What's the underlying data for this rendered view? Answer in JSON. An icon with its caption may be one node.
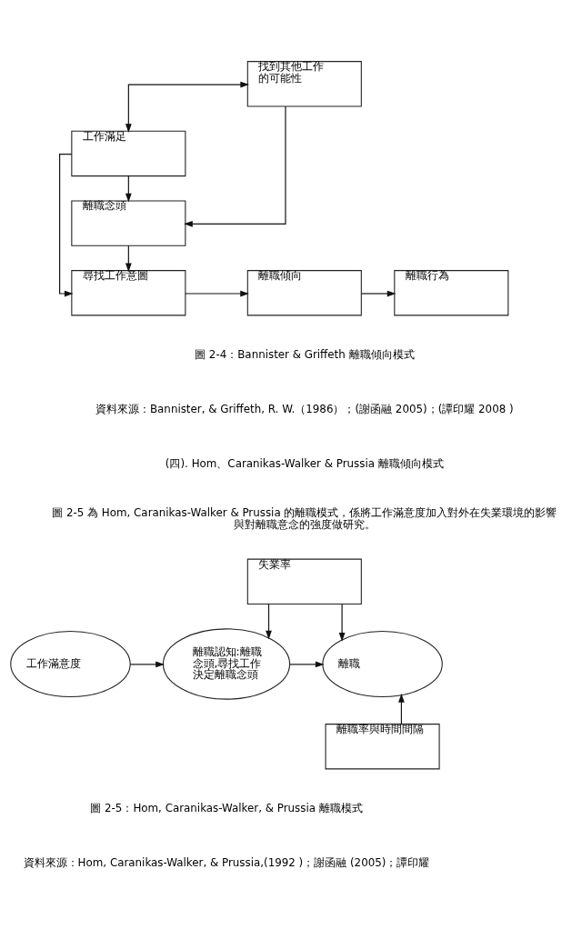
{
  "diagram": {
    "nodes": [
      {
        "text": [
          "找到其他工作的可能性"
        ]
      },
      {
        "text": [
          "工作滿足"
        ]
      },
      {
        "text": [
          "離職念頭"
        ]
      },
      {
        "text": [
          "尋找工作意圖"
        ]
      },
      {
        "text": [
          "離職傾向"
        ]
      },
      {
        "text": [
          "離職行為"
        ]
      },
      {
        "text": [
          "失業率"
        ]
      },
      {
        "text": [
          "工作滿意度"
        ]
      },
      {
        "text": [
          "離職認知:離職念頭,尋找工作決定離職念頭"
        ]
      },
      {
        "text": [
          "離職"
        ]
      },
      {
        "text": [
          "離職率與時間間隔"
        ]
      }
    ],
    "edges": [
      {
        "from": 0,
        "to": 1,
        "arrow": "both"
      },
      {
        "from": 1,
        "to": 2,
        "arrow": "to"
      },
      {
        "from": 0,
        "to": 2,
        "arrow": "to"
      },
      {
        "from": 2,
        "to": 3,
        "arrow": "to"
      },
      {
        "from": 1,
        "to": 3,
        "arrow": "to"
      },
      {
        "from": 3,
        "to": 4,
        "arrow": "to"
      },
      {
        "from": 4,
        "to": 5,
        "arrow": "to"
      },
      {
        "from": 7,
        "to": 8,
        "arrow": "to"
      },
      {
        "from": 6,
        "to": 8,
        "arrow": "to"
      },
      {
        "from": 8,
        "to": 9,
        "arrow": "to"
      },
      {
        "from": 6,
        "to": 9,
        "arrow": "to"
      },
      {
        "from": 10,
        "to": 9,
        "arrow": "to"
      }
    ],
    "labels": [
      "圖 2-4：Bannister & Griffeth 離職傾向模式",
      "資料來源：Bannister, & Griffeth, R. W.（1986）；(謝函融 2005)；(譚印耀 2008 )",
      "(四). Hom、Caranikas-Walker & Prussia 離職傾向模式",
      "圖 2-5 為 Hom, Caranikas-Walker & Prussia 的離職模式，係將工作滿意度加入對外在失業環境的影響與對離職意念的強度做研究。",
      "圖 2-5：Hom, Caranikas-Walker, & Prussia 離職模式",
      "資料來源：Hom, Caranikas-Walker, & Prussia,(1992 )；謝函融 (2005)；譚印耀"
    ]
  }
}
